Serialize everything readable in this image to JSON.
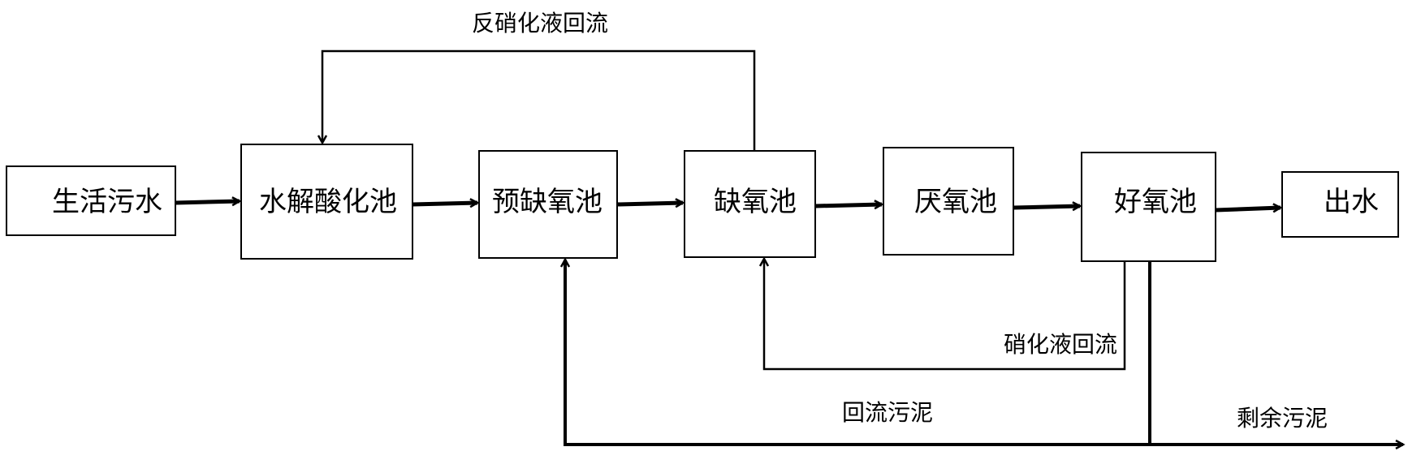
{
  "boxes": {
    "domestic_sewage": "生活污水",
    "hydrolysis_acidification_tank": "水解酸化池",
    "pre_anoxic_tank": "预缺氧池",
    "anoxic_tank": "缺氧池",
    "anaerobic_tank": "厌氧池",
    "aerobic_tank": "好氧池",
    "effluent": "出水"
  },
  "flows": {
    "denitrification_return": "反硝化液回流",
    "nitrification_return": "硝化液回流",
    "return_sludge": "回流污泥",
    "excess_sludge": "剩余污泥"
  },
  "colors": {
    "stroke": "#000000",
    "background": "#ffffff"
  }
}
